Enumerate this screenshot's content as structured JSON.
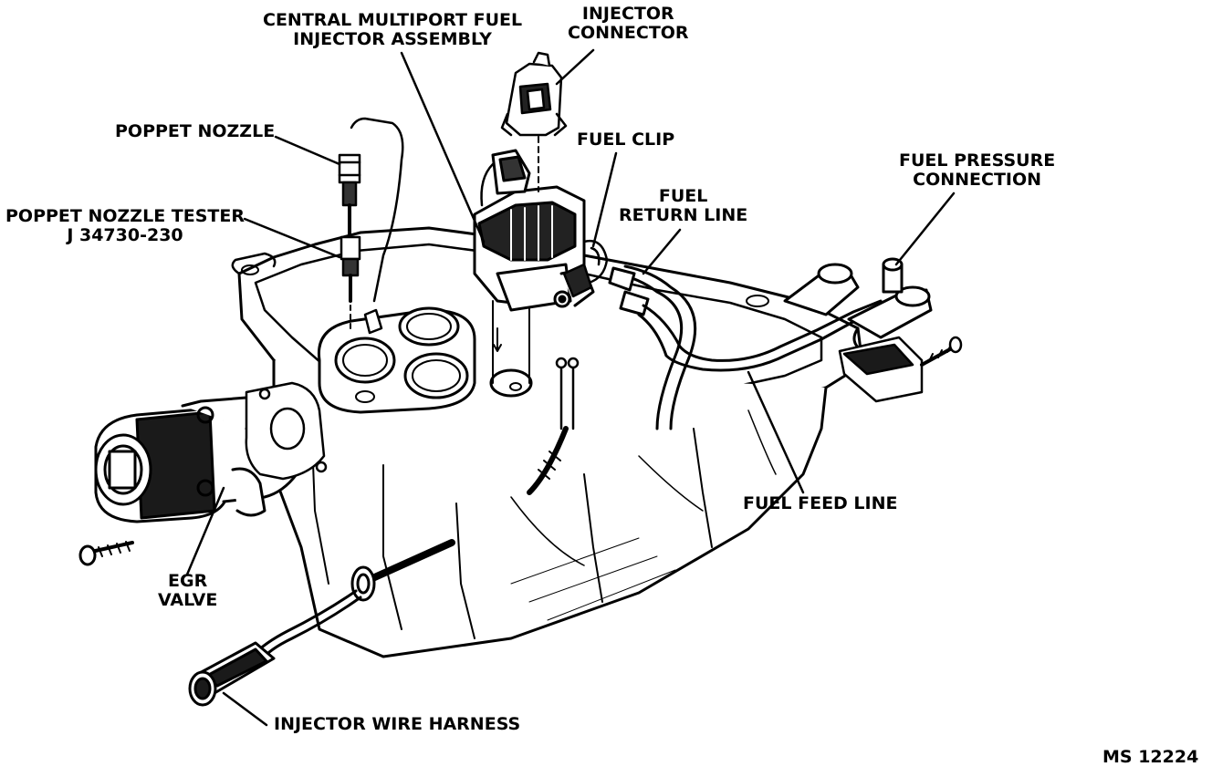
{
  "labels": {
    "central_injector": [
      "CENTRAL MULTIPORT FUEL",
      "INJECTOR ASSEMBLY"
    ],
    "injector_connector": [
      "INJECTOR",
      "CONNECTOR"
    ],
    "poppet_nozzle": "POPPET NOZZLE",
    "fuel_clip": "FUEL CLIP",
    "fuel_pressure_connection": [
      "FUEL PRESSURE",
      "CONNECTION"
    ],
    "fuel_return_line": [
      "FUEL",
      "RETURN LINE"
    ],
    "poppet_nozzle_tester": [
      "POPPET NOZZLE TESTER",
      "J 34730-230"
    ],
    "fuel_feed_line": "FUEL FEED LINE",
    "egr_valve": [
      "EGR",
      "VALVE"
    ],
    "injector_wire_harness": "INJECTOR WIRE HARNESS",
    "figure_id": "MS 12224"
  }
}
